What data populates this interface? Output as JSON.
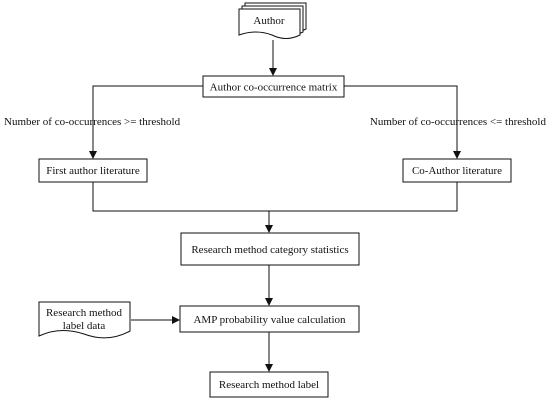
{
  "nodes": {
    "author": "Author",
    "matrix": "Author co-occurrence matrix",
    "first_author": "First author literature",
    "co_author": "Co-Author literature",
    "category_stats": "Research method category statistics",
    "label_data_line1": "Research method",
    "label_data_line2": "label data",
    "amp": "AMP probability value calculation",
    "result": "Research method label"
  },
  "edge_labels": {
    "left": "Number of co-occurrences >= threshold",
    "right": "Number of co-occurrences <= threshold"
  }
}
